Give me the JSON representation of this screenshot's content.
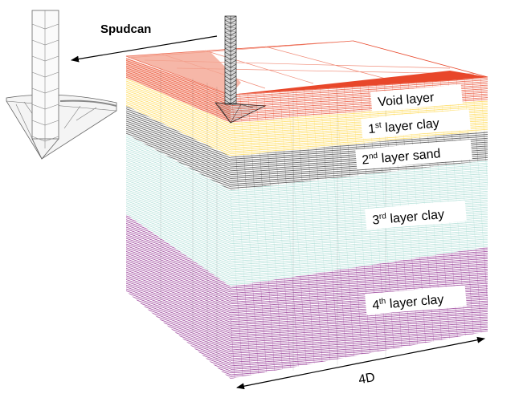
{
  "title": "Spudcan",
  "dimension_label": "4D",
  "layers": [
    {
      "name": "void",
      "label": {
        "num": "",
        "sup": "",
        "text": "Void layer"
      },
      "color": "#e8472a"
    },
    {
      "name": "clay1",
      "label": {
        "num": "1",
        "sup": "st",
        "text": " layer clay"
      },
      "color": "#ffd84a"
    },
    {
      "name": "sand2",
      "label": {
        "num": "2",
        "sup": "nd",
        "text": " layer sand"
      },
      "color": "#333333"
    },
    {
      "name": "clay3",
      "label": {
        "num": "3",
        "sup": "rd",
        "text": " layer clay"
      },
      "color": "#9fd9cf"
    },
    {
      "name": "clay4",
      "label": {
        "num": "4",
        "sup": "th",
        "text": " layer clay"
      },
      "color": "#8e2a8e"
    }
  ],
  "colors": {
    "mesh_gray": "#777777",
    "arrow": "#000000"
  }
}
